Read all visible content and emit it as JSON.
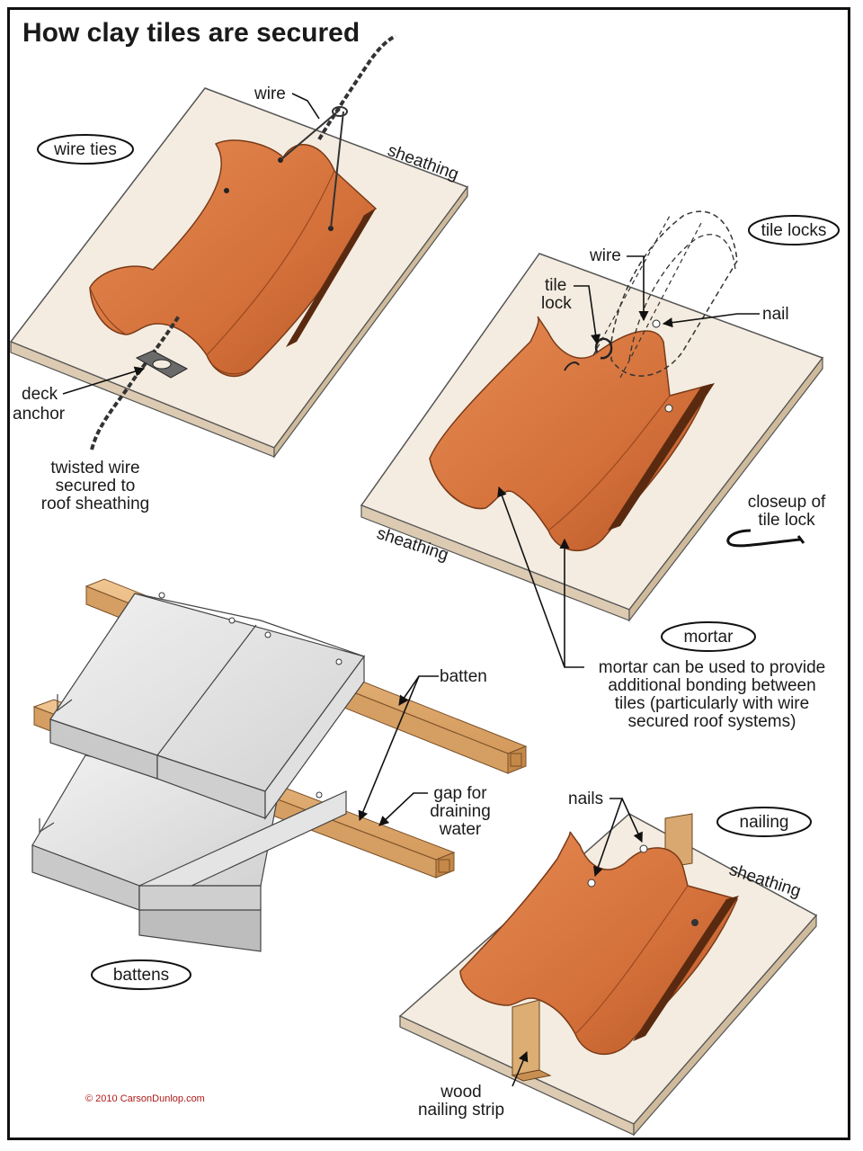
{
  "title": "How clay tiles are secured",
  "panels": {
    "wire_ties": {
      "tag": "wire ties",
      "wire": "wire",
      "sheathing": "sheathing",
      "deck_anchor": [
        "deck",
        "anchor"
      ],
      "twisted_wire": [
        "twisted wire",
        "secured to",
        "roof sheathing"
      ]
    },
    "tile_locks": {
      "tag": "tile locks",
      "wire": "wire",
      "tile_lock": [
        "tile",
        "lock"
      ],
      "nail": "nail",
      "sheathing": "sheathing",
      "closeup": [
        "closeup of",
        "tile lock"
      ]
    },
    "mortar": {
      "tag": "mortar",
      "note": [
        "mortar can be used to provide",
        "additional bonding between",
        "tiles (particularly with wire",
        "secured roof systems)"
      ]
    },
    "battens": {
      "tag": "battens",
      "batten": "batten",
      "gap": [
        "gap for",
        "draining",
        "water"
      ]
    },
    "nailing": {
      "tag": "nailing",
      "nails": "nails",
      "sheathing": "sheathing",
      "strip": [
        "wood",
        "nailing strip"
      ]
    }
  },
  "copyright": "© 2010 CarsonDunlop.com",
  "colors": {
    "tile": "#d9783f",
    "tile_dark": "#a2481f",
    "sheathing": "#f4ece0",
    "sheathing_edge": "#d9c7ad",
    "batten": "#e0b078",
    "flat_tile": "#e3e3e3"
  }
}
